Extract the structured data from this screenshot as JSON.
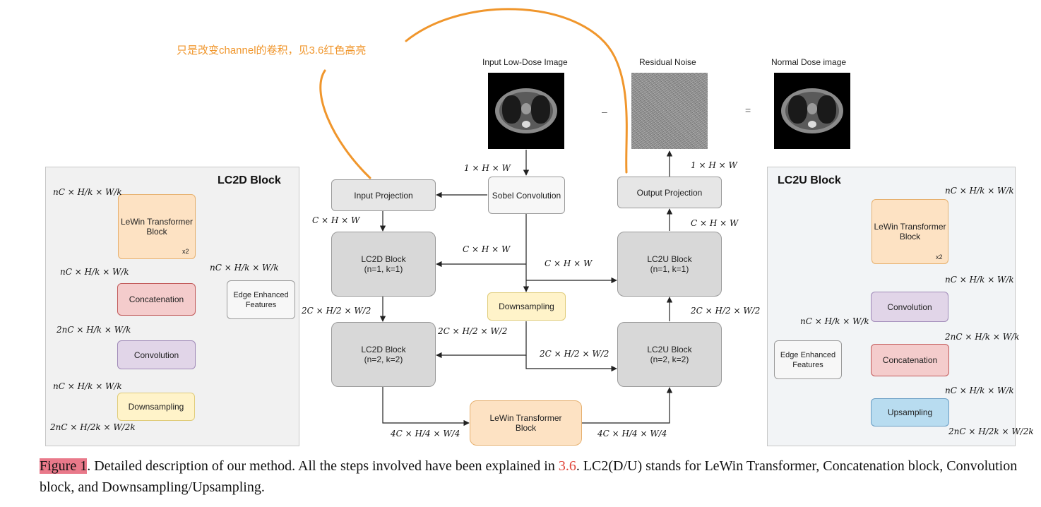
{
  "annotation": {
    "text": "只是改变channel的卷积，见3.6红色高亮"
  },
  "images": {
    "input": "Input Low-Dose Image",
    "residual": "Residual Noise",
    "normal": "Normal Dose image",
    "minus": "–",
    "equals": "="
  },
  "main": {
    "input_projection": "Input Projection",
    "sobel_convolution": "Sobel Convolution",
    "output_projection": "Output Projection",
    "lc2d_1": "LC2D Block\n(n=1, k=1)",
    "lc2d_2": "LC2D Block\n(n=2, k=2)",
    "lc2u_1": "LC2U Block\n(n=1, k=1)",
    "lc2u_2": "LC2U Block\n(n=2, k=2)",
    "downsampling": "Downsampling",
    "lewin": "LeWin Transformer\nBlock",
    "dims": {
      "in_top": "1 × H × W",
      "out_top": "1 × H × W",
      "c_left": "C × H × W",
      "c_mid1": "C × H × W",
      "c_mid2": "C × H × W",
      "c_right": "C × H × W",
      "c2_left": "2C × H/2 × W/2",
      "c2_mid1": "2C × H/2 × W/2",
      "c2_mid2": "2C × H/2 × W/2",
      "c2_right": "2C × H/2 × W/2",
      "c4_left": "4C × H/4 × W/4",
      "c4_right": "4C × H/4 × W/4"
    }
  },
  "lc2d": {
    "title": "LC2D Block",
    "lewin": "LeWin Transformer\nBlock",
    "x2": "x2",
    "concatenation": "Concatenation",
    "edge": "Edge Enhanced\nFeatures",
    "convolution": "Convolution",
    "downsampling": "Downsampling",
    "dims": {
      "d1": "nC × H/k × W/k",
      "d2": "nC × H/k × W/k",
      "d3": "nC × H/k × W/k",
      "d4": "2nC × H/k × W/k",
      "d5": "nC × H/k × W/k",
      "d6": "2nC × H/2k × W/2k"
    }
  },
  "lc2u": {
    "title": "LC2U Block",
    "lewin": "LeWin Transformer\nBlock",
    "x2": "x2",
    "convolution": "Convolution",
    "concatenation": "Concatenation",
    "edge": "Edge Enhanced\nFeatures",
    "upsampling": "Upsampling",
    "dims": {
      "d1": "nC × H/k × W/k",
      "d2": "nC × H/k × W/k",
      "d3": "nC × H/k × W/k",
      "d4": "2nC × H/k × W/k",
      "d5": "nC × H/k × W/k",
      "d6": "2nC × H/2k × W/2k"
    }
  },
  "caption": {
    "label": "Figure 1",
    "text_a": ". Detailed description of our method. All the steps involved have been explained in ",
    "ref": "3.6",
    "text_b": ". LC2(D/U) stands for LeWin Transformer, Concatenation block, Convolution block, and Downsampling/Upsampling."
  },
  "colors": {
    "annotation": "#f0962c",
    "highlight": "#e9798a",
    "reference": "#e0453a"
  }
}
